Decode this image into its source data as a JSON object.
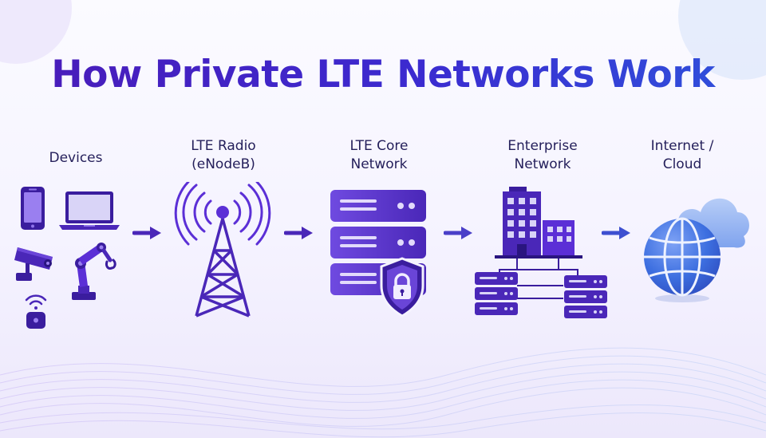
{
  "title": "How Private LTE Networks Work",
  "stages": [
    {
      "label": "Devices"
    },
    {
      "label": "LTE Radio\n(eNodeB)"
    },
    {
      "label": "LTE Core\nNetwork"
    },
    {
      "label": "Enterprise\nNetwork"
    },
    {
      "label": "Internet /\nCloud"
    }
  ],
  "icons": [
    "smartphone-icon",
    "laptop-icon",
    "security-camera-icon",
    "robotic-arm-icon",
    "iot-sensor-icon",
    "cell-tower-icon",
    "server-stack-icon",
    "lock-shield-icon",
    "office-building-icon",
    "server-rack-icon",
    "globe-icon",
    "cloud-icon",
    "arrow-right-icon"
  ],
  "colors": {
    "primary": "#5b2fd6",
    "deep": "#3a1d9e",
    "light": "#8f73ea",
    "blue": "#3d6fe0",
    "text": "#241f5a"
  }
}
